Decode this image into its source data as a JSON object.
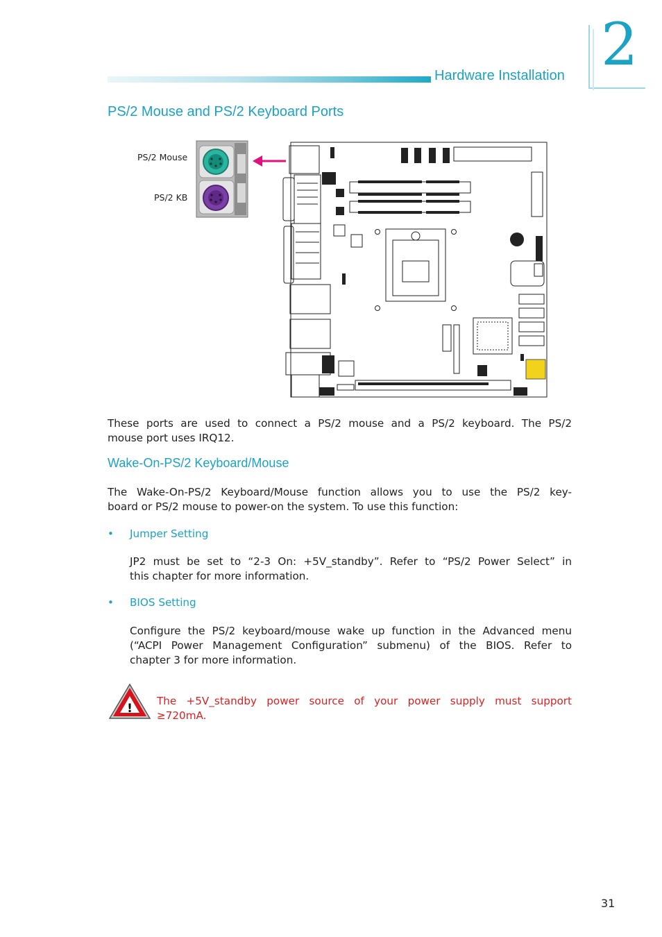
{
  "header": {
    "section": "Hardware Installation",
    "chapter": "2"
  },
  "title": "PS/2 Mouse and PS/2 Keyboard Ports",
  "figure": {
    "mouse_label": "PS/2 Mouse",
    "kb_label": "PS/2 KB",
    "colors": {
      "mouse_port": "#2bb5a0",
      "kb_port": "#7b3fa8",
      "arrow": "#e0117a"
    }
  },
  "intro_line1": "These ports are used to connect a PS/2 mouse and a PS/2 keyboard. The PS/2",
  "intro_line2": "mouse port uses IRQ12.",
  "wake": {
    "heading": "Wake-On-PS/2 Keyboard/Mouse",
    "line1": "The Wake-On-PS/2 Keyboard/Mouse function allows you to use the PS/2 key-",
    "line2": "board or PS/2 mouse to power-on the system. To use this function:"
  },
  "bullets": [
    {
      "dot": "•",
      "label": "Jumper Setting",
      "line1": "JP2 must be set to “2-3 On: +5V_standby”. Refer to “PS/2 Power Select” in",
      "line2": "this chapter for more information."
    },
    {
      "dot": "•",
      "label": "BIOS Setting",
      "line1": "Configure the PS/2 keyboard/mouse wake up function in the Advanced menu",
      "line2": "(“ACPI Power Management Configuration” submenu) of the BIOS. Refer to",
      "line3": "chapter 3 for more information."
    }
  ],
  "warning": {
    "icon_glyph": "!",
    "line1": "The +5V_standby power source of your power supply must support",
    "line2": "≥720mA."
  },
  "page_number": "31"
}
